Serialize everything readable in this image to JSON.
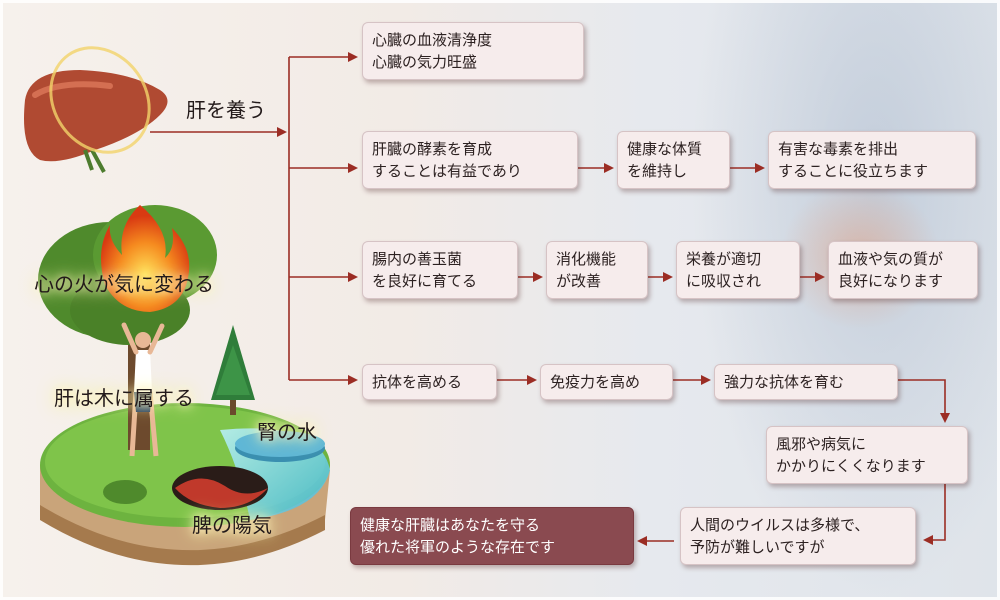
{
  "left_labels": {
    "liver": "肝を養う",
    "fire": "心の火が気に変わる",
    "wood": "肝は木に属する",
    "water": "腎の水",
    "spleen": "脾の陽気"
  },
  "boxes": {
    "r1_a": "心臓の血液清浄度\n心臓の気力旺盛",
    "r2_a": "肝臓の酵素を育成\nすることは有益であり",
    "r2_b": "健康な体質\nを維持し",
    "r2_c": "有害な毒素を排出\nすることに役立ちます",
    "r3_a": "腸内の善玉菌\nを良好に育てる",
    "r3_b": "消化機能\nが改善",
    "r3_c": "栄養が適切\nに吸収され",
    "r3_d": "血液や気の質が\n良好になります",
    "r4_a": "抗体を高める",
    "r4_b": "免疫力を高め",
    "r4_c": "強力な抗体を育む",
    "r5": "風邪や病気に\nかかりにくくなります",
    "r6": "人間のウイルスは多様で、\n予防が難しいですが",
    "final": "健康な肝臓はあなたを守る\n優れた将軍のような存在です"
  },
  "colors": {
    "arrow": "#9b2d24",
    "box_fill": "#f6ecec",
    "final_fill": "#8a4a50",
    "liver": "#b04a32",
    "tree": "#4f8a2c",
    "water": "#4ec8e6"
  }
}
